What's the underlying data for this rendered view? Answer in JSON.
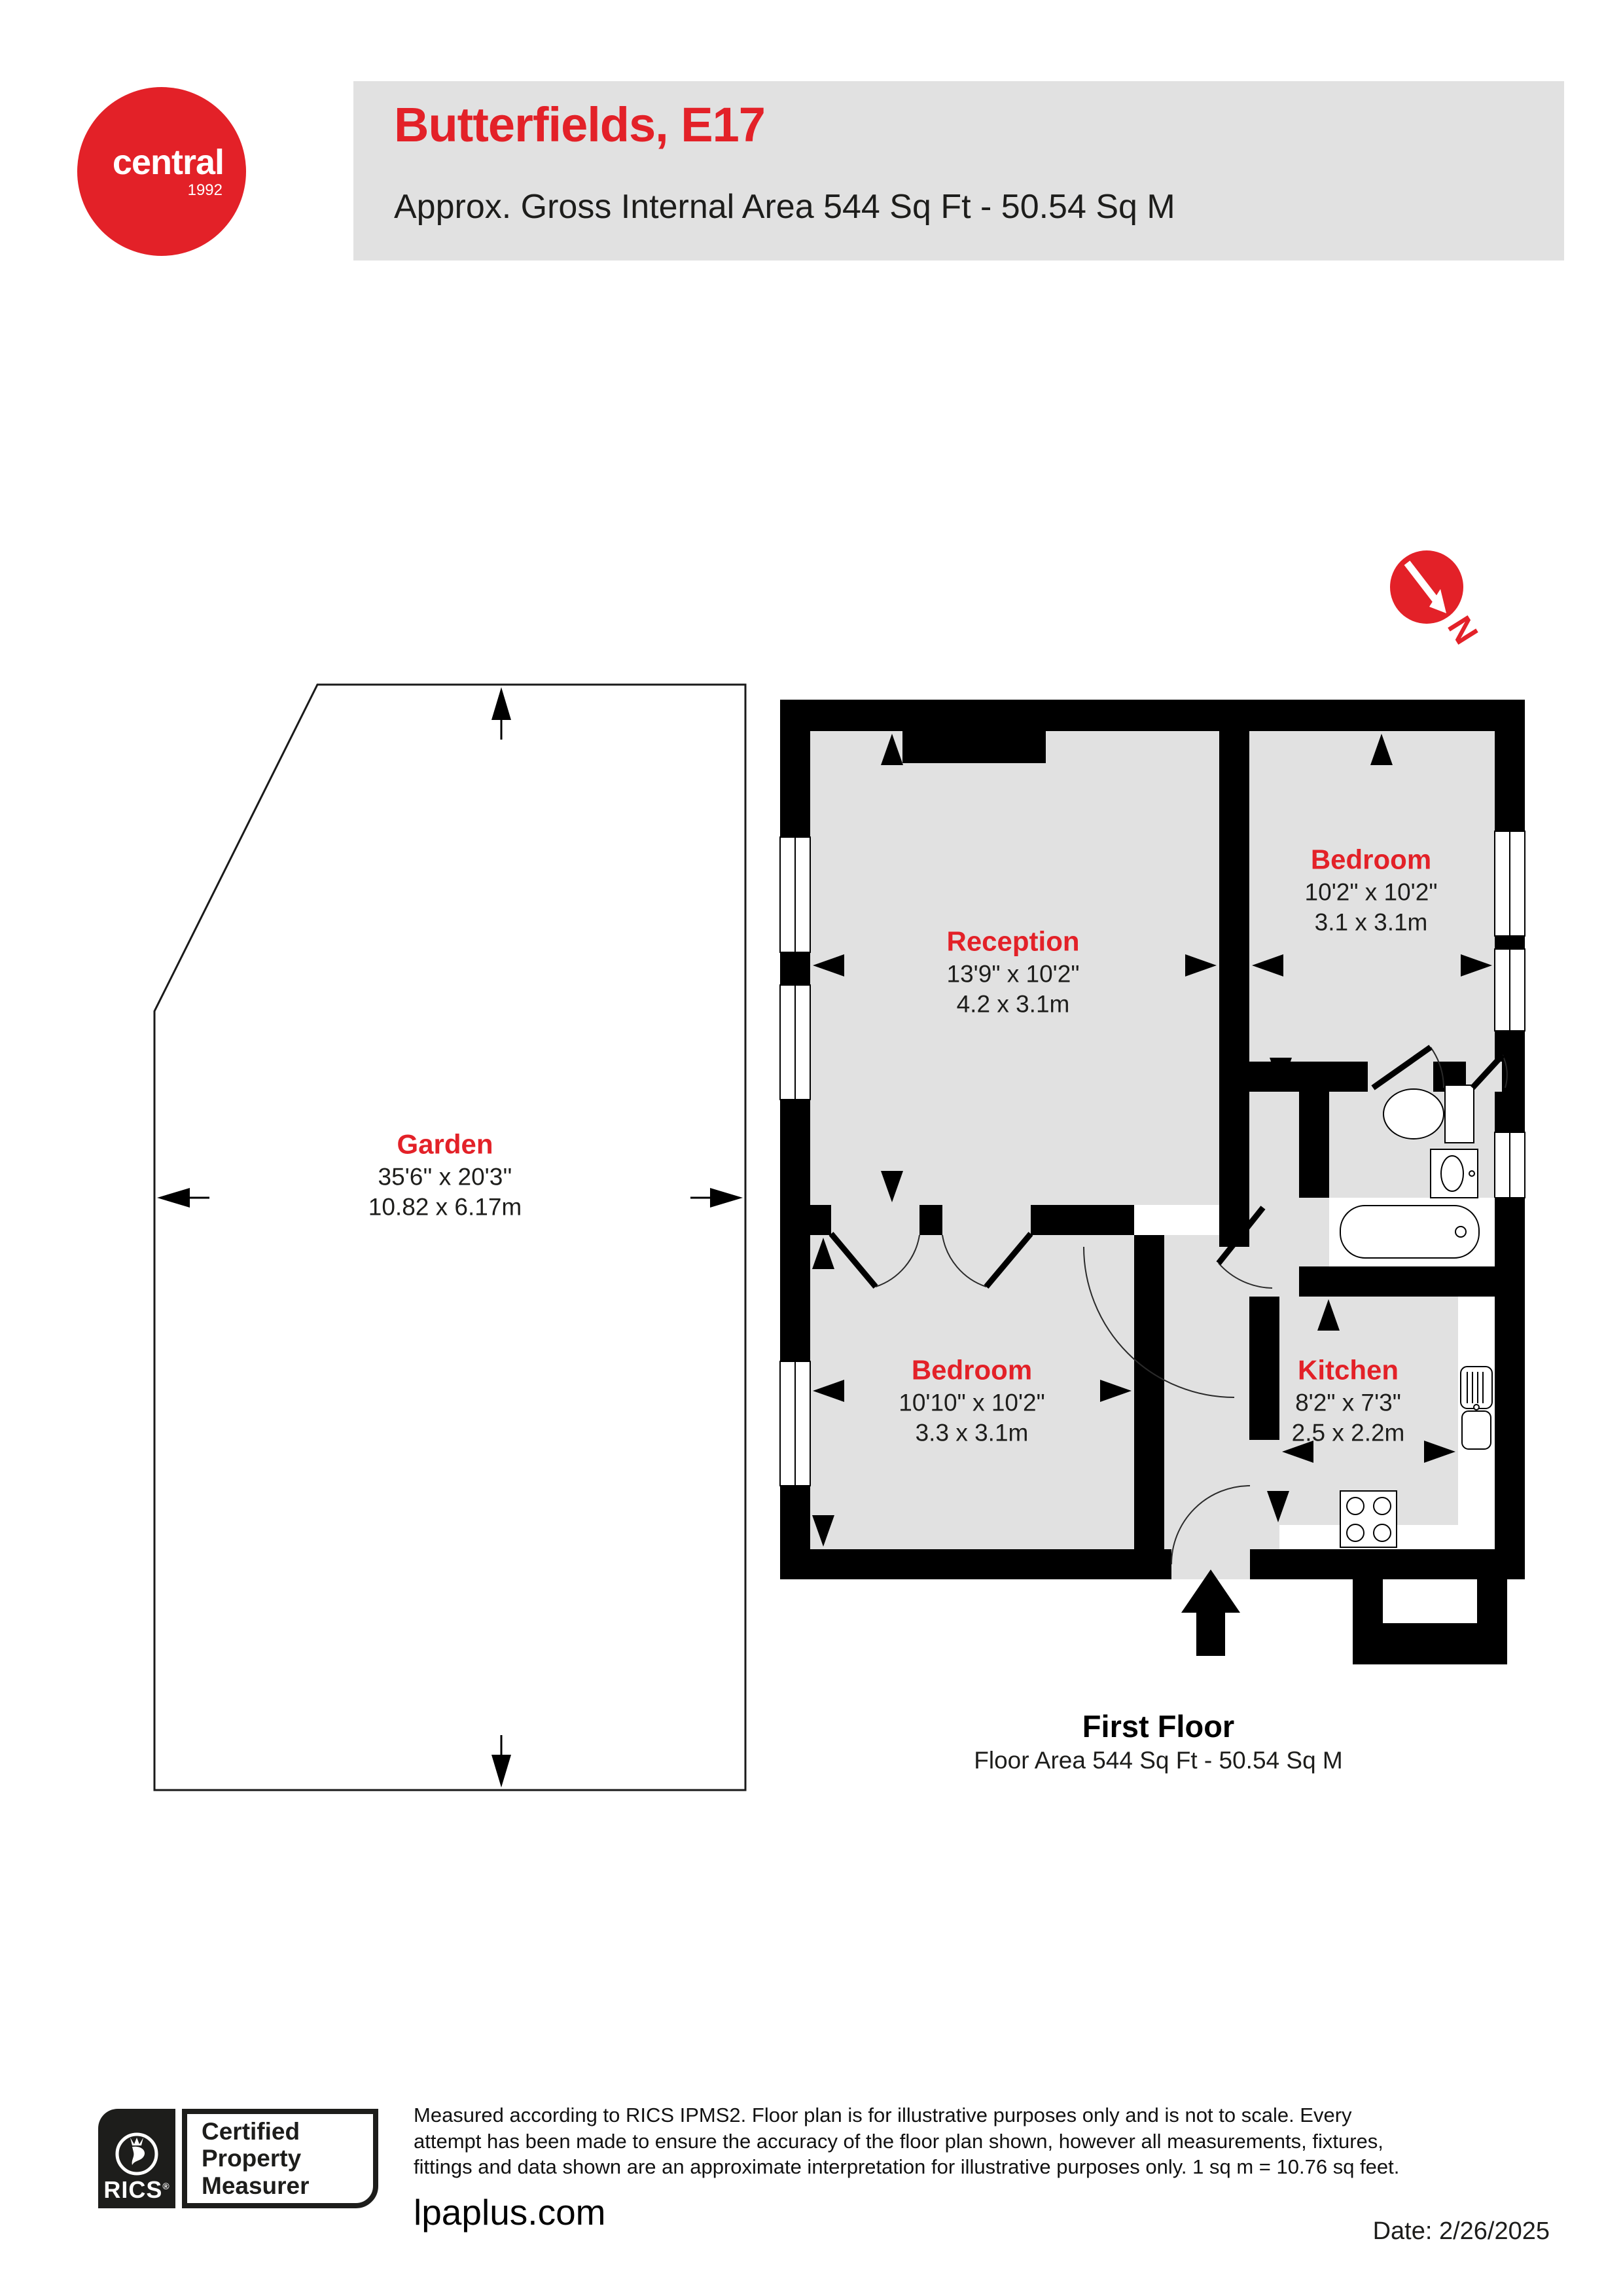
{
  "header": {
    "title": "Butterfields, E17",
    "subtitle": "Approx. Gross Internal Area 544 Sq Ft - 50.54 Sq M"
  },
  "logo": {
    "brand": "central",
    "year": "1992"
  },
  "north": {
    "label": "N"
  },
  "garden": {
    "name": "Garden",
    "imperial": "35'6'' x 20'3''",
    "metric": "10.82 x 6.17m"
  },
  "rooms": {
    "reception": {
      "name": "Reception",
      "imperial": "13'9\" x 10'2\"",
      "metric": "4.2 x 3.1m"
    },
    "bedroom1": {
      "name": "Bedroom",
      "imperial": "10'2\" x 10'2\"",
      "metric": "3.1 x 3.1m"
    },
    "bedroom2": {
      "name": "Bedroom",
      "imperial": "10'10\" x 10'2\"",
      "metric": "3.3 x 3.1m"
    },
    "kitchen": {
      "name": "Kitchen",
      "imperial": "8'2\" x 7'3\"",
      "metric": "2.5 x 2.2m"
    }
  },
  "floor": {
    "name": "First Floor",
    "area": "Floor Area 544 Sq Ft - 50.54 Sq M"
  },
  "footer": {
    "badge": {
      "org": "RICS",
      "reg": "®",
      "line1": "Certified",
      "line2": "Property",
      "line3": "Measurer"
    },
    "disclaimer": "Measured according to RICS IPMS2. Floor plan is for illustrative purposes only and is not to scale. Every attempt has been made to ensure the accuracy of the floor plan shown, however all measurements, fixtures, fittings and data shown are an approximate interpretation for illustrative purposes only. 1 sq m = 10.76 sq feet.",
    "website": "lpaplus.com",
    "date": "Date: 2/26/2025"
  },
  "colors": {
    "accent": "#e32128",
    "wall": "#000000",
    "room_fill": "#e1e1e1"
  }
}
